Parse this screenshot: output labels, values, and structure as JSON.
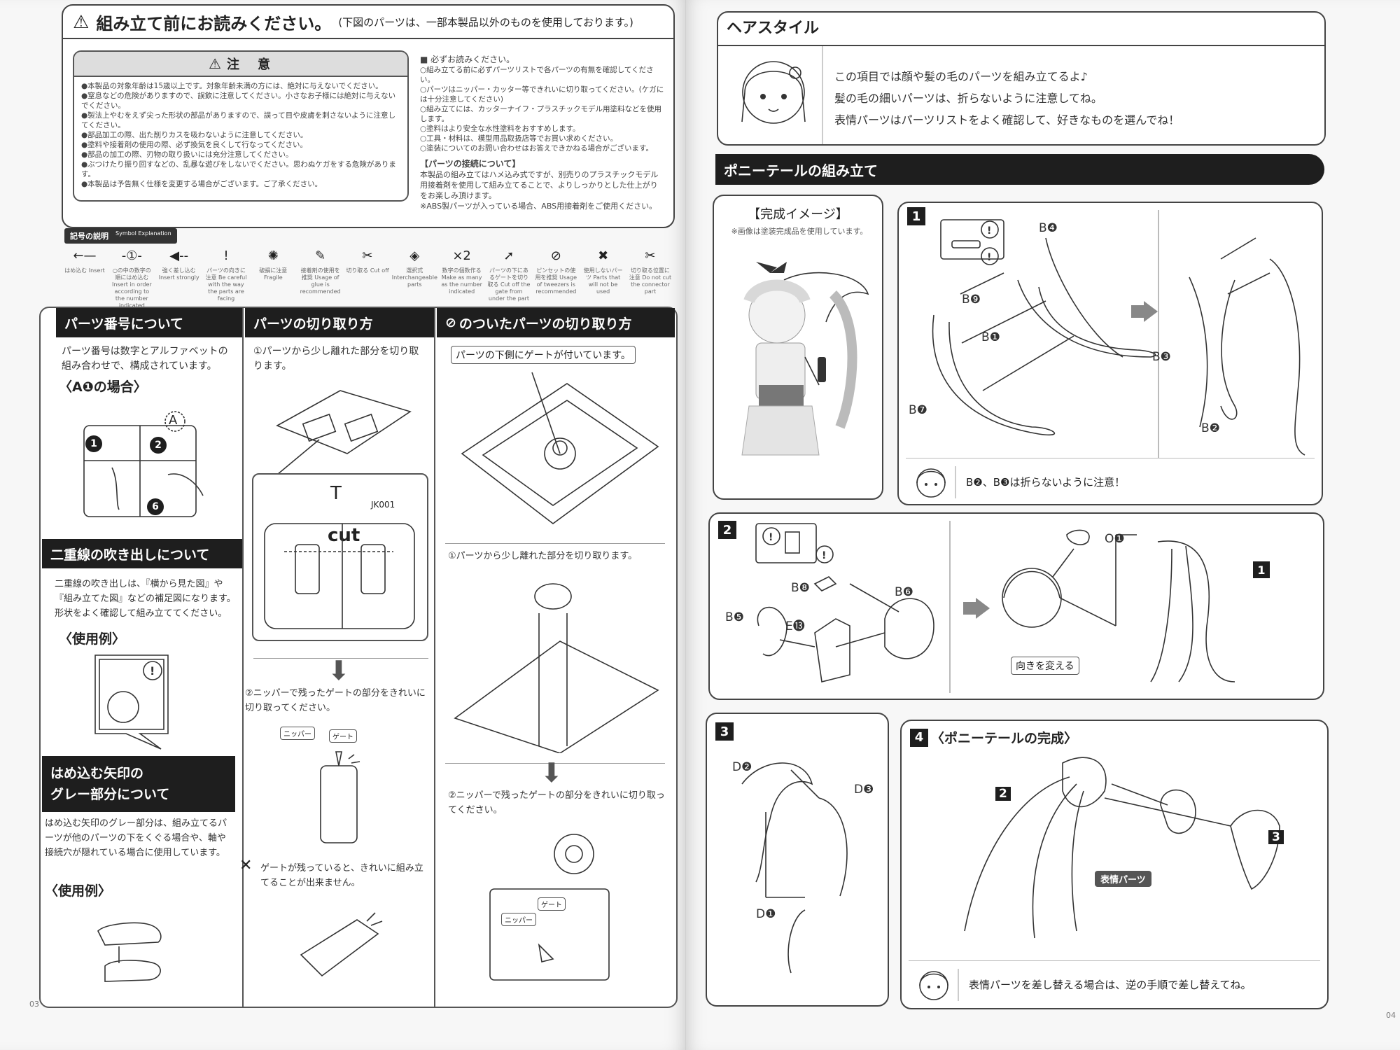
{
  "left": {
    "header_title": "組み立て前にお読みください。",
    "header_note": "(下図のパーツは、一部本製品以外のものを使用しております。)",
    "caution_title": "注　意",
    "caution_items": [
      "●本製品の対象年齢は15歳以上です。対象年齢未満の方には、絶対に与えないでください。",
      "●窒息などの危険がありますので、誤飲に注意してください。小さなお子様には絶対に与えないでください。",
      "●製法上やむをえず尖った形状の部品がありますので、誤って目や皮膚を刺さないように注意してください。",
      "●部品加工の際、出た削りカスを吸わないように注意してください。",
      "●塗料や接着剤の使用の際、必ず換気を良くして行なってください。",
      "●部品の加工の際、刃物の取り扱いには充分注意してください。",
      "●ぶつけたり振り回すなどの、乱暴な遊びをしないでください。思わぬケガをする危険があります。",
      "●本製品は予告無く仕様を変更する場合がございます。ご了承ください。"
    ],
    "read_title": "■ 必ずお読みください。",
    "read_items": [
      "○組み立てる前に必ずパーツリストで各パーツの有無を確認してください。",
      "○パーツはニッパー・カッター等できれいに切り取ってください。(ケガには十分注意してください)",
      "○組み立てには、カッターナイフ・プラスチックモデル用塗料などを使用します。",
      "○塗料はより安全な水性塗料をおすすめします。",
      "○工具・材料は、模型用品取扱店等でお買い求めください。",
      "○塗装についてのお問い合わせはお答えできかねる場合がございます。"
    ],
    "connect_title": "【パーツの接続について】",
    "connect_text": "本製品の組み立てはハメ込み式ですが、別売りのプラスチックモデル用接着剤を使用して組み立てることで、よりしっかりとした仕上がりをお楽しみ頂けます。",
    "connect_note": "※ABS製パーツが入っている場合、ABS用接着剤をご使用ください。",
    "symbol_title": "記号の説明",
    "symbol_sub": "Symbol Explanation",
    "symbols": [
      {
        "glyph": "←—",
        "label": "はめ込む Insert"
      },
      {
        "glyph": "-①-",
        "label": "○の中の数字の順にはめ込む Insert in order according to the number indicated"
      },
      {
        "glyph": "◀--",
        "label": "強く差し込む Insert strongly"
      },
      {
        "glyph": "!",
        "label": "パーツの向きに注意 Be careful with the way the parts are facing"
      },
      {
        "glyph": "✺",
        "label": "破損に注意 Fragile"
      },
      {
        "glyph": "✎",
        "label": "接着剤の使用を推奨 Usage of glue is recommended"
      },
      {
        "glyph": "✂",
        "label": "切り取る Cut off"
      },
      {
        "glyph": "◈",
        "label": "選択式 Interchangeable parts"
      },
      {
        "glyph": "×2",
        "label": "数字の個数作る Make as many as the number indicated"
      },
      {
        "glyph": "➚",
        "label": "パーツの下にあるゲートを切り取る Cut off the gate from under the part"
      },
      {
        "glyph": "⊘",
        "label": "ピンセットの使用を推奨 Usage of tweezers is recommended"
      },
      {
        "glyph": "✖",
        "label": "使用しないパーツ Parts that will not be used"
      },
      {
        "glyph": "✂",
        "label": "切り取る位置に注意 Do not cut the connector part"
      }
    ],
    "col1": {
      "title": "パーツ番号について",
      "text": "パーツ番号は数字とアルファベットの組み合わせで、構成されています。",
      "example": "〈A❶の場合〉",
      "letter": "A",
      "num1": "1",
      "num2": "2",
      "num6": "6",
      "section2_title": "二重線の吹き出しについて",
      "section2_text": "二重線の吹き出しは、『横から見た図』や『組み立てた図』などの補足図になります。形状をよく確認して組み立ててください。",
      "usage1": "〈使用例〉",
      "section3_title_1": "はめ込む矢印の",
      "section3_title_2": "グレー部分について",
      "section3_text": "はめ込む矢印のグレー部分は、組み立てるパーツが他のパーツの下をくぐる場合や、軸や接続穴が隠れている場合に使用しています。",
      "usage2": "〈使用例〉",
      "page_no": "03"
    },
    "col2": {
      "title": "パーツの切り取り方",
      "step1": "①パーツから少し離れた部分を切り取ります。",
      "runner_letter": "T",
      "runner_code": "JK001",
      "cut": "cut",
      "step2": "②ニッパーで残ったゲートの部分をきれいに切り取ってください。",
      "nipper": "ニッパー",
      "gate": "ゲート",
      "warn": "ゲートが残っていると、きれいに組み立てることが出来ません。"
    },
    "col3": {
      "title": "のついたパーツの切り取り方",
      "note": "パーツの下側にゲートが付いています。",
      "step1": "①パーツから少し離れた部分を切り取ります。",
      "step2": "②ニッパーで残ったゲートの部分をきれいに切り取ってください。",
      "nipper": "ニッパー",
      "gate": "ゲート"
    }
  },
  "right": {
    "hair_title": "ヘアスタイル",
    "hair_lines": [
      "この項目では顔や髪の毛のパーツを組み立てるよ♪",
      "髪の毛の細いパーツは、折らないように注意してね。",
      "表情パーツはパーツリストをよく確認して、好きなものを選んでね！"
    ],
    "pony_title": "ポニーテールの組み立て",
    "complete_title": "【完成イメージ】",
    "complete_note": "※画像は塗装完成品を使用しています。",
    "step1": {
      "num": "1",
      "parts": [
        "B❹",
        "B❾",
        "B❶",
        "B❼",
        "B❸",
        "B❷"
      ],
      "note": "B❷、B❸は折らないように注意！"
    },
    "step2": {
      "num": "2",
      "parts": [
        "B❽",
        "B❻",
        "B❺",
        "E⓭",
        "O❶"
      ],
      "ref": "1",
      "turn": "向きを変える"
    },
    "step3": {
      "num": "3",
      "parts": [
        "D❷",
        "D❸",
        "D❶"
      ]
    },
    "step4": {
      "num": "4",
      "title": "〈ポニーテールの完成〉",
      "ref2": "2",
      "ref3": "3",
      "face_tag": "表情パーツ",
      "note": "表情パーツを差し替える場合は、逆の手順で差し替えてね。"
    },
    "page_no": "04"
  }
}
